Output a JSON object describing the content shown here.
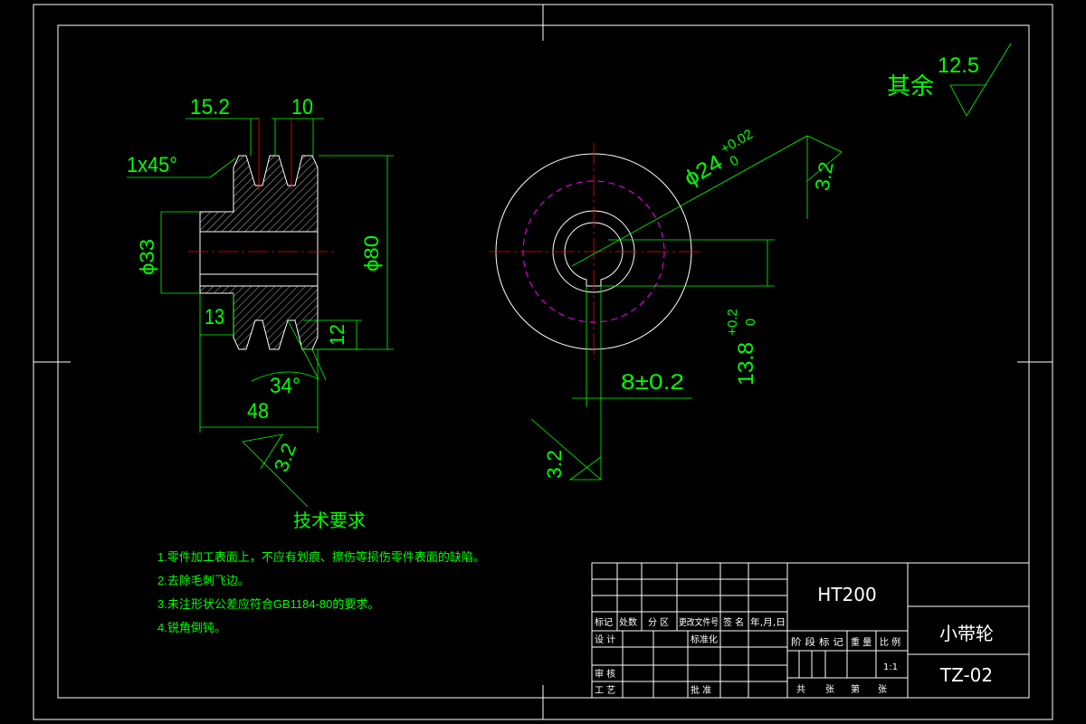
{
  "colors": {
    "background": "#000000",
    "frame": "#ffffff",
    "dimension": "#00ff00",
    "centerline": "#ff0000",
    "hidden_circle": "#ff00ff",
    "text_note": "#00ff00"
  },
  "roughness": {
    "other_label": "其余",
    "other_value": "12.5",
    "side_value": "3.2",
    "bore_value": "3.2",
    "keyway_value": "3.2"
  },
  "section_view": {
    "dim_groove_pitch": "15.2",
    "dim_groove_top": "10",
    "dim_chamfer": "1x45°",
    "dim_bore_dia": "ϕ33",
    "dim_outer_dia": "ϕ80",
    "dim_hub_len": "13",
    "dim_groove_depth": "12",
    "dim_groove_angle": "34°",
    "dim_total_width": "48"
  },
  "front_view": {
    "dim_bore": "ϕ24",
    "dim_bore_tol_upper": "+0.02",
    "dim_bore_tol_lower": "0",
    "dim_key_width": "8±0.2",
    "dim_key_depth": "13.8",
    "dim_key_tol_upper": "+0.2",
    "dim_key_tol_lower": "0"
  },
  "tech_requirements": {
    "title": "技术要求",
    "items": [
      "1.零件加工表面上，不应有划痕、擦伤等损伤零件表面的缺陷。",
      "2.去除毛刺飞边。",
      "3.未注形状公差应符合GB1184-80的要求。",
      "4.锐角倒钝。"
    ]
  },
  "title_block": {
    "material": "HT200",
    "part_name": "小带轮",
    "drawing_no": "TZ-02",
    "scale_value": "1:1",
    "row_labels": [
      "标记",
      "处数",
      "分 区",
      "更改文件号",
      "签 名",
      "年,月,日"
    ],
    "design": "设 计",
    "standardize": "标准化",
    "review": "审 核",
    "process": "工 艺",
    "approve": "批 准",
    "stage_mark": "阶 段 标 记",
    "weight": "重 量",
    "scale": "比 例",
    "sheets_total": "共",
    "sheets_unit": "张",
    "sheet_no": "第",
    "sheet_unit": "张"
  }
}
